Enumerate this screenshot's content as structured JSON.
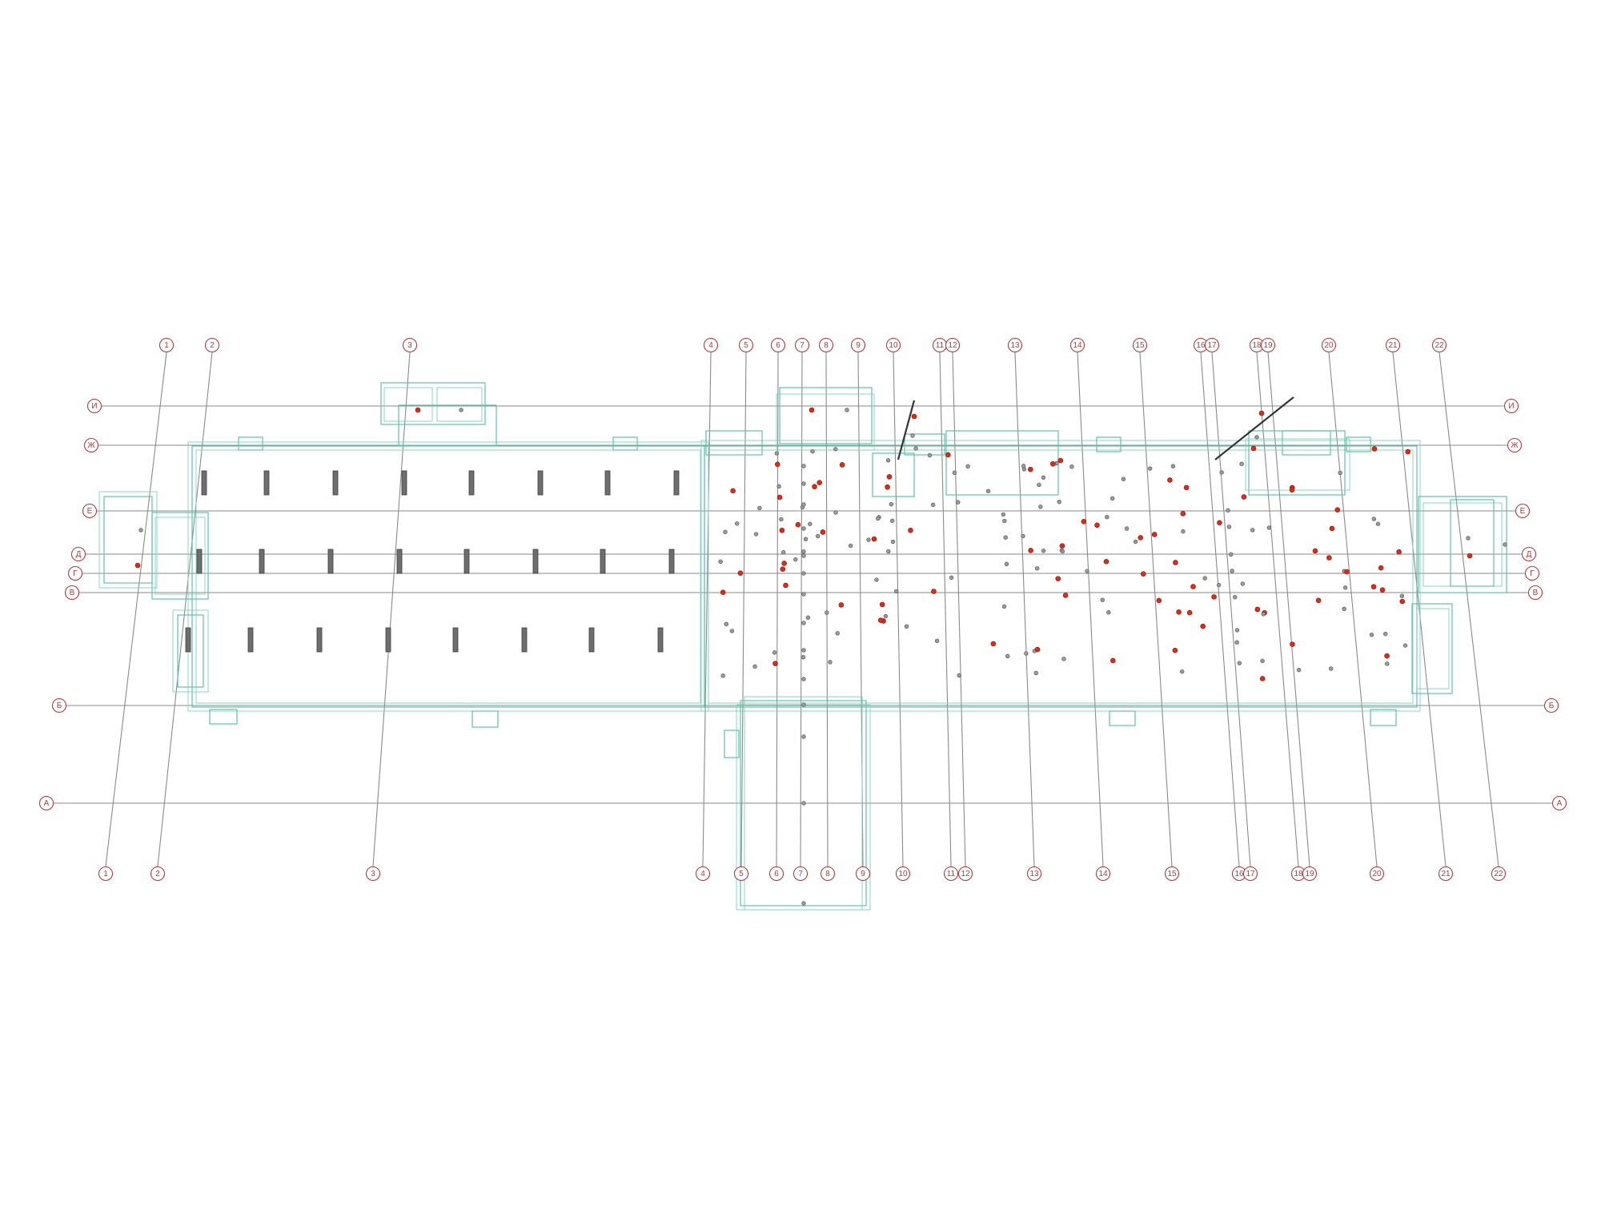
{
  "drawing": {
    "colors": {
      "grid": "#8a8a8a",
      "bubble": "#b03a3a",
      "outline": "#5fc2aa",
      "pile_red": "#d82d1c",
      "pile_grey": "#9a9a9a"
    },
    "axes_numeric": [
      "1",
      "2",
      "3",
      "4",
      "5",
      "6",
      "7",
      "8",
      "9",
      "10",
      "11",
      "12",
      "13",
      "14",
      "15",
      "16",
      "17",
      "18",
      "19",
      "20",
      "21",
      "22"
    ],
    "axes_letter": [
      "И",
      "Ж",
      "Е",
      "Д",
      "Г",
      "В",
      "Б",
      "А"
    ]
  }
}
